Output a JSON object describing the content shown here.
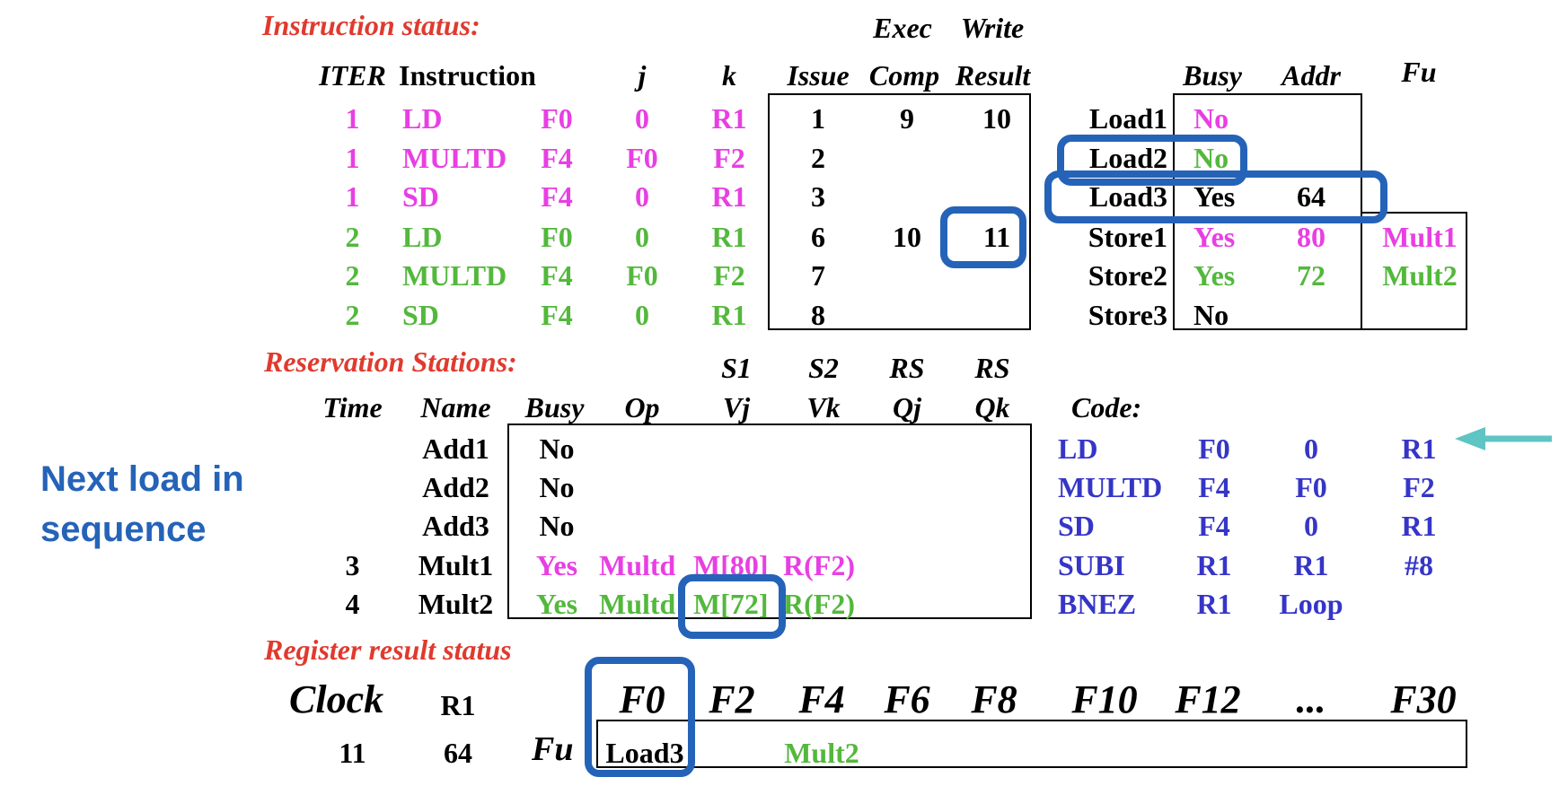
{
  "instruction_status": {
    "title": "Instruction status:",
    "header_exec": "Exec",
    "header_write": "Write",
    "headers": [
      "ITER",
      "Instruction",
      "j",
      "k",
      "Issue",
      "Comp",
      "Result"
    ],
    "rows": [
      {
        "iter": "1",
        "op": "LD",
        "j": "F0",
        "jv": "0",
        "k": "R1",
        "issue": "1",
        "comp": "9",
        "result": "10"
      },
      {
        "iter": "1",
        "op": "MULTD",
        "j": "F4",
        "jv": "F0",
        "k": "F2",
        "issue": "2",
        "comp": "",
        "result": ""
      },
      {
        "iter": "1",
        "op": "SD",
        "j": "F4",
        "jv": "0",
        "k": "R1",
        "issue": "3",
        "comp": "",
        "result": ""
      },
      {
        "iter": "2",
        "op": "LD",
        "j": "F0",
        "jv": "0",
        "k": "R1",
        "issue": "6",
        "comp": "10",
        "result": "11"
      },
      {
        "iter": "2",
        "op": "MULTD",
        "j": "F4",
        "jv": "F0",
        "k": "F2",
        "issue": "7",
        "comp": "",
        "result": ""
      },
      {
        "iter": "2",
        "op": "SD",
        "j": "F4",
        "jv": "0",
        "k": "R1",
        "issue": "8",
        "comp": "",
        "result": ""
      }
    ]
  },
  "load_store": {
    "headers": [
      "Busy",
      "Addr",
      "Fu"
    ],
    "rows": [
      {
        "name": "Load1",
        "busy": "No",
        "addr": "",
        "fu": ""
      },
      {
        "name": "Load2",
        "busy": "No",
        "addr": "",
        "fu": ""
      },
      {
        "name": "Load3",
        "busy": "Yes",
        "addr": "64",
        "fu": ""
      },
      {
        "name": "Store1",
        "busy": "Yes",
        "addr": "80",
        "fu": "Mult1"
      },
      {
        "name": "Store2",
        "busy": "Yes",
        "addr": "72",
        "fu": "Mult2"
      },
      {
        "name": "Store3",
        "busy": "No",
        "addr": "",
        "fu": ""
      }
    ]
  },
  "reservation_stations": {
    "title": "Reservation Stations:",
    "headers_top": [
      "S1",
      "S2",
      "RS",
      "RS"
    ],
    "headers": [
      "Time",
      "Name",
      "Busy",
      "Op",
      "Vj",
      "Vk",
      "Qj",
      "Qk"
    ],
    "rows": [
      {
        "time": "",
        "name": "Add1",
        "busy": "No",
        "op": "",
        "vj": "",
        "vk": ""
      },
      {
        "time": "",
        "name": "Add2",
        "busy": "No",
        "op": "",
        "vj": "",
        "vk": ""
      },
      {
        "time": "",
        "name": "Add3",
        "busy": "No",
        "op": "",
        "vj": "",
        "vk": ""
      },
      {
        "time": "3",
        "name": "Mult1",
        "busy": "Yes",
        "op": "Multd",
        "vj": "M[80]",
        "vk": "R(F2)"
      },
      {
        "time": "4",
        "name": "Mult2",
        "busy": "Yes",
        "op": "Multd",
        "vj": "M[72]",
        "vk": "R(F2)"
      }
    ]
  },
  "code": {
    "title": "Code:",
    "rows": [
      [
        "LD",
        "F0",
        "0",
        "R1"
      ],
      [
        "MULTD",
        "F4",
        "F0",
        "F2"
      ],
      [
        "SD",
        "F4",
        "0",
        "R1"
      ],
      [
        "SUBI",
        "R1",
        "R1",
        "#8"
      ],
      [
        "BNEZ",
        "R1",
        "Loop",
        ""
      ]
    ]
  },
  "register_status": {
    "title": "Register result status",
    "clock_label": "Clock",
    "clock_value": "11",
    "r1_label": "R1",
    "r1_value": "64",
    "fu_label": "Fu",
    "registers": [
      "F0",
      "F2",
      "F4",
      "F6",
      "F8",
      "F10",
      "F12",
      "...",
      "F30"
    ],
    "fu_values": {
      "F0": "Load3",
      "F4": "Mult2"
    }
  },
  "annotation": {
    "line1": "Next load in",
    "line2": "sequence"
  },
  "colors": {
    "title_red": "#e03a2e",
    "iter1_magenta": "#e83fe3",
    "iter2_green": "#53b83c",
    "code_blue": "#3535c8",
    "highlight_blue": "#2563b8",
    "arrow_teal": "#5fc4c4"
  },
  "icons": {
    "arrow": "arrow-left-icon"
  }
}
